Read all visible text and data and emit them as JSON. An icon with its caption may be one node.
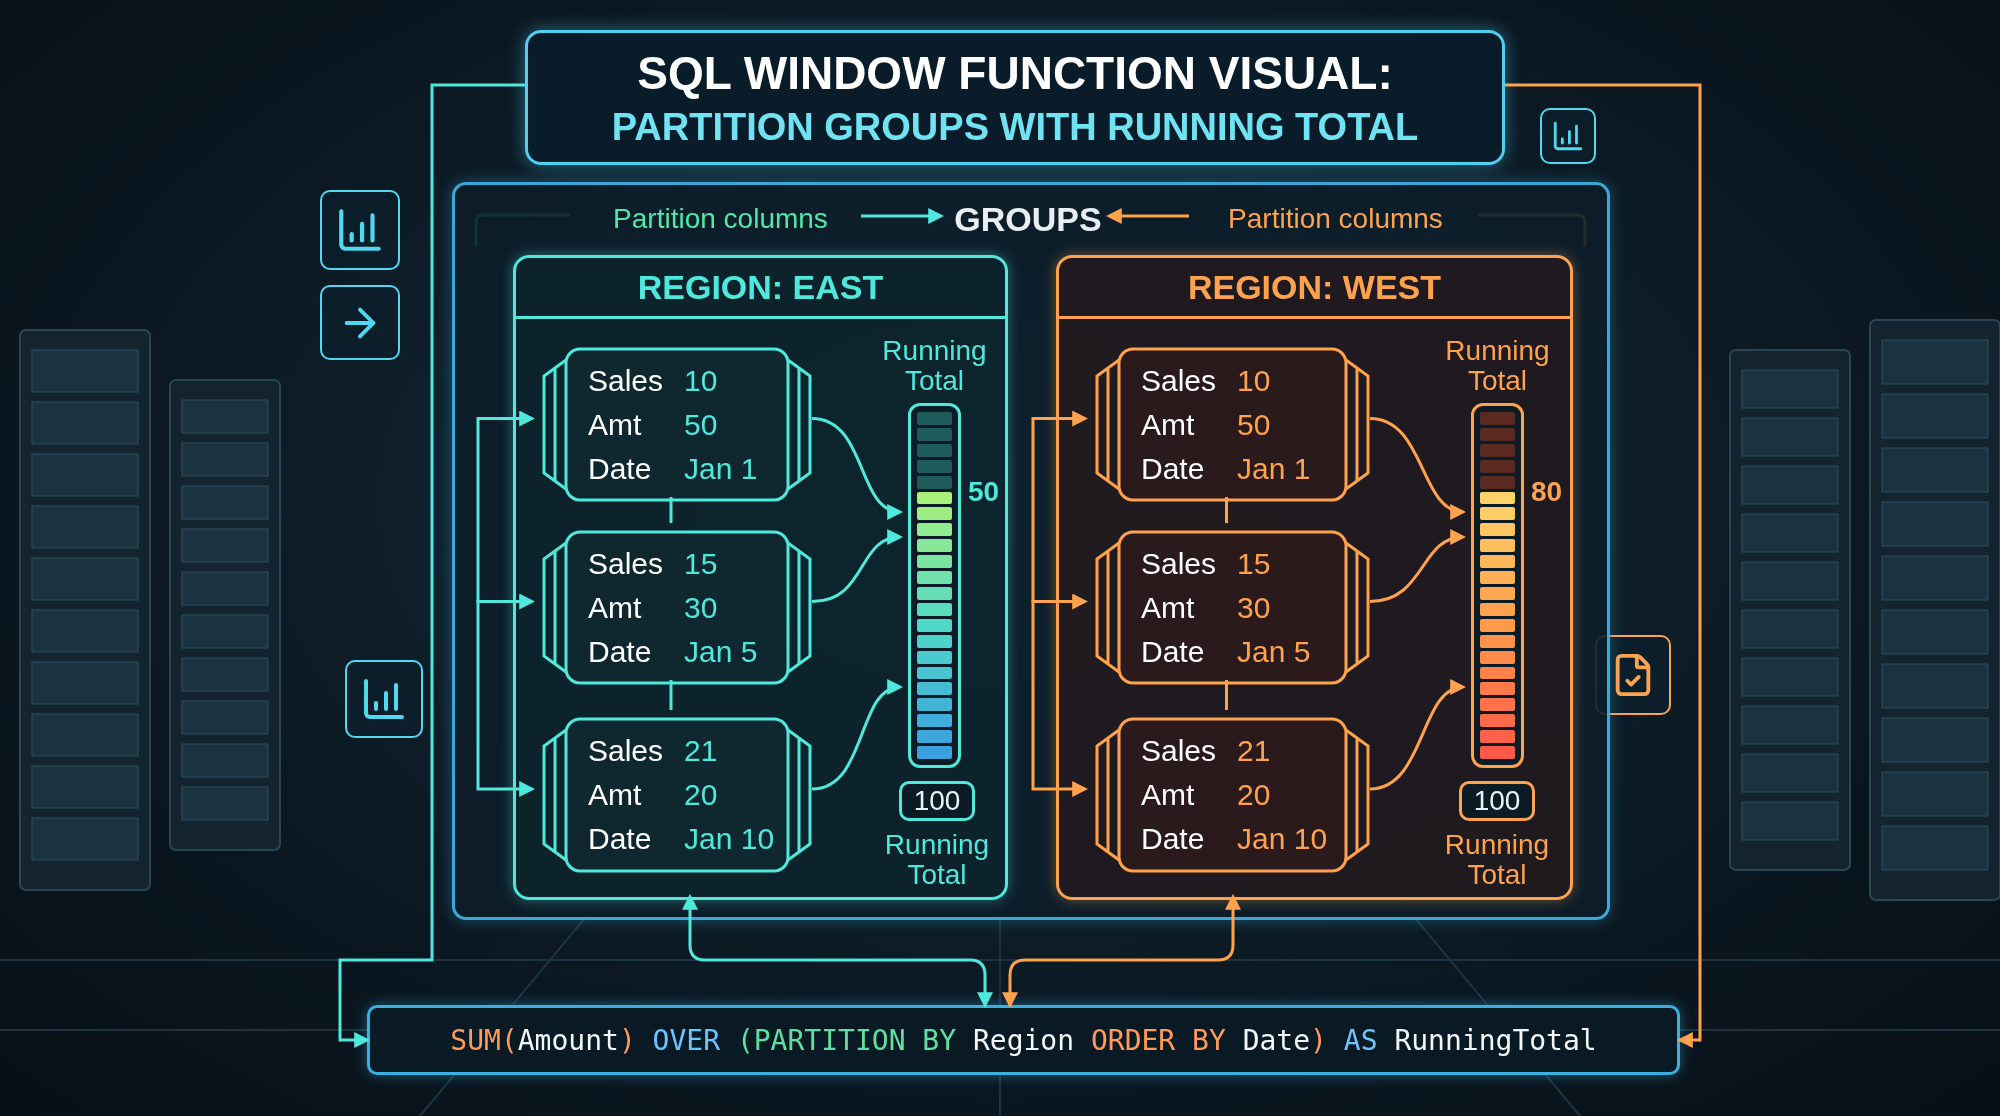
{
  "diagram": {
    "nodes": [
      {
        "text": [
          "SQL WINDOW FUNCTION VISUAL:",
          "PARTITION GROUPS WITH RUNNING TOTAL"
        ]
      },
      {
        "text": [],
        "shape": "box"
      },
      {
        "text": [
          "Partition columns"
        ],
        "in": 1
      },
      {
        "text": [
          "GROUPS"
        ],
        "in": 1
      },
      {
        "text": [
          "Partition columns"
        ],
        "in": 1
      },
      {
        "text": [
          "REGION: EAST"
        ],
        "in": 1
      },
      {
        "text": [
          "Sales 10",
          "Amt 50",
          "Date Jan 1"
        ],
        "in": 5
      },
      {
        "text": [
          "Sales 15",
          "Amt 30",
          "Date Jan 5"
        ],
        "in": 5
      },
      {
        "text": [
          "Sales 21",
          "Amt 20",
          "Date Jan 10"
        ],
        "in": 5
      },
      {
        "text": [
          "Running Total"
        ],
        "beside": [
          "50"
        ],
        "in": 5
      },
      {
        "text": [
          "100"
        ],
        "beside": [
          "Running Total"
        ],
        "in": 5
      },
      {
        "text": [
          "REGION: WEST"
        ],
        "in": 1
      },
      {
        "text": [
          "Sales 10",
          "Amt 50",
          "Date Jan 1"
        ],
        "in": 11
      },
      {
        "text": [
          "Sales 15",
          "Amt 30",
          "Date Jan 5"
        ],
        "in": 11
      },
      {
        "text": [
          "Sales 21",
          "Amt 20",
          "Date Jan 10"
        ],
        "in": 11
      },
      {
        "text": [
          "Running Total"
        ],
        "beside": [
          "80"
        ],
        "in": 11
      },
      {
        "text": [
          "100"
        ],
        "beside": [
          "Running Total"
        ],
        "in": 11
      },
      {
        "text": [
          "SUM(Amount) OVER (PARTITION BY Region ORDER BY Date) AS RunningTotal"
        ]
      }
    ],
    "edges": [
      {
        "from": 2,
        "to": 3,
        "arrow": "to"
      },
      {
        "from": 4,
        "to": 3,
        "arrow": "to",
        "color": "#ffa24d"
      },
      {
        "from": null,
        "to": 6,
        "arrow": "to"
      },
      {
        "from": null,
        "to": 7,
        "arrow": "to"
      },
      {
        "from": null,
        "to": 8,
        "arrow": "to"
      },
      {
        "from": 6,
        "to": 7,
        "arrow": "none"
      },
      {
        "from": 7,
        "to": 8,
        "arrow": "none"
      },
      {
        "from": 6,
        "to": 9,
        "arrow": "to"
      },
      {
        "from": 7,
        "to": 9,
        "arrow": "to"
      },
      {
        "from": 8,
        "to": 9,
        "arrow": "to"
      },
      {
        "from": null,
        "to": 12,
        "arrow": "to",
        "color": "#ffa24d"
      },
      {
        "from": null,
        "to": 13,
        "arrow": "to",
        "color": "#ffa24d"
      },
      {
        "from": null,
        "to": 14,
        "arrow": "to",
        "color": "#ffa24d"
      },
      {
        "from": 12,
        "to": 13,
        "arrow": "none",
        "color": "#ffa24d"
      },
      {
        "from": 13,
        "to": 14,
        "arrow": "none",
        "color": "#ffa24d"
      },
      {
        "from": 12,
        "to": 15,
        "arrow": "to",
        "color": "#ffa24d"
      },
      {
        "from": 13,
        "to": 15,
        "arrow": "to",
        "color": "#ffa24d"
      },
      {
        "from": 14,
        "to": 15,
        "arrow": "to",
        "color": "#ffa24d"
      },
      {
        "from": 17,
        "to": 5,
        "arrow": "both"
      },
      {
        "from": 17,
        "to": 11,
        "arrow": "both",
        "color": "#ffa24d"
      },
      {
        "from": 0,
        "to": 17,
        "arrow": "to"
      },
      {
        "from": 0,
        "to": 17,
        "arrow": "to",
        "color": "#ffa24d"
      }
    ]
  }
}
